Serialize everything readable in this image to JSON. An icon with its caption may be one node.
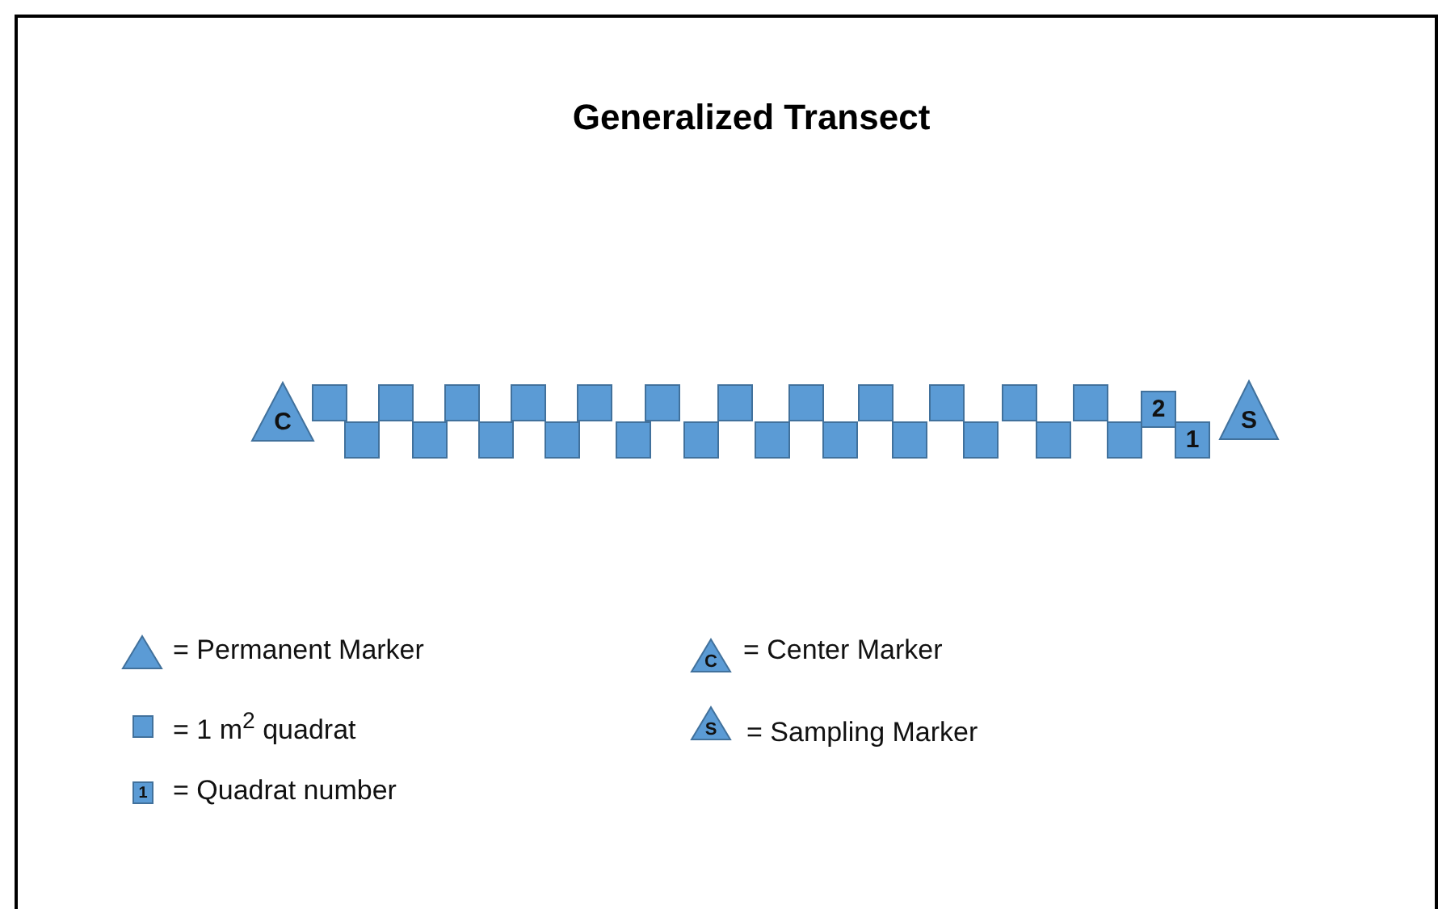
{
  "diagram": {
    "title": "Generalized Transect",
    "nodes": [
      {
        "text": [
          "C"
        ]
      },
      {
        "text": [],
        "shape": "box"
      },
      {
        "text": [],
        "shape": "box"
      },
      {
        "text": [],
        "shape": "box"
      },
      {
        "text": [],
        "shape": "box"
      },
      {
        "text": [],
        "shape": "box"
      },
      {
        "text": [],
        "shape": "box"
      },
      {
        "text": [],
        "shape": "box"
      },
      {
        "text": [],
        "shape": "box"
      },
      {
        "text": [],
        "shape": "box"
      },
      {
        "text": [],
        "shape": "box"
      },
      {
        "text": [],
        "shape": "box"
      },
      {
        "text": [],
        "shape": "box"
      },
      {
        "text": [],
        "shape": "box"
      },
      {
        "text": [],
        "shape": "box"
      },
      {
        "text": [],
        "shape": "box"
      },
      {
        "text": [],
        "shape": "box"
      },
      {
        "text": [],
        "shape": "box"
      },
      {
        "text": [],
        "shape": "box"
      },
      {
        "text": [],
        "shape": "box"
      },
      {
        "text": [],
        "shape": "box"
      },
      {
        "text": [],
        "shape": "box"
      },
      {
        "text": [],
        "shape": "box"
      },
      {
        "text": [],
        "shape": "box"
      },
      {
        "text": [],
        "shape": "box"
      },
      {
        "text": [
          "2"
        ]
      },
      {
        "text": [
          "1"
        ]
      },
      {
        "text": [
          "S"
        ]
      }
    ],
    "labels": [
      "C",
      "S",
      "1"
    ],
    "legend": [
      {
        "text": "= Permanent Marker"
      },
      {
        "text": "= Center Marker"
      },
      {
        "text": "= 1 m$^{2}$ quadrat"
      },
      {
        "text": "= Sampling Marker"
      },
      {
        "text": "= Quadrat number"
      }
    ]
  }
}
